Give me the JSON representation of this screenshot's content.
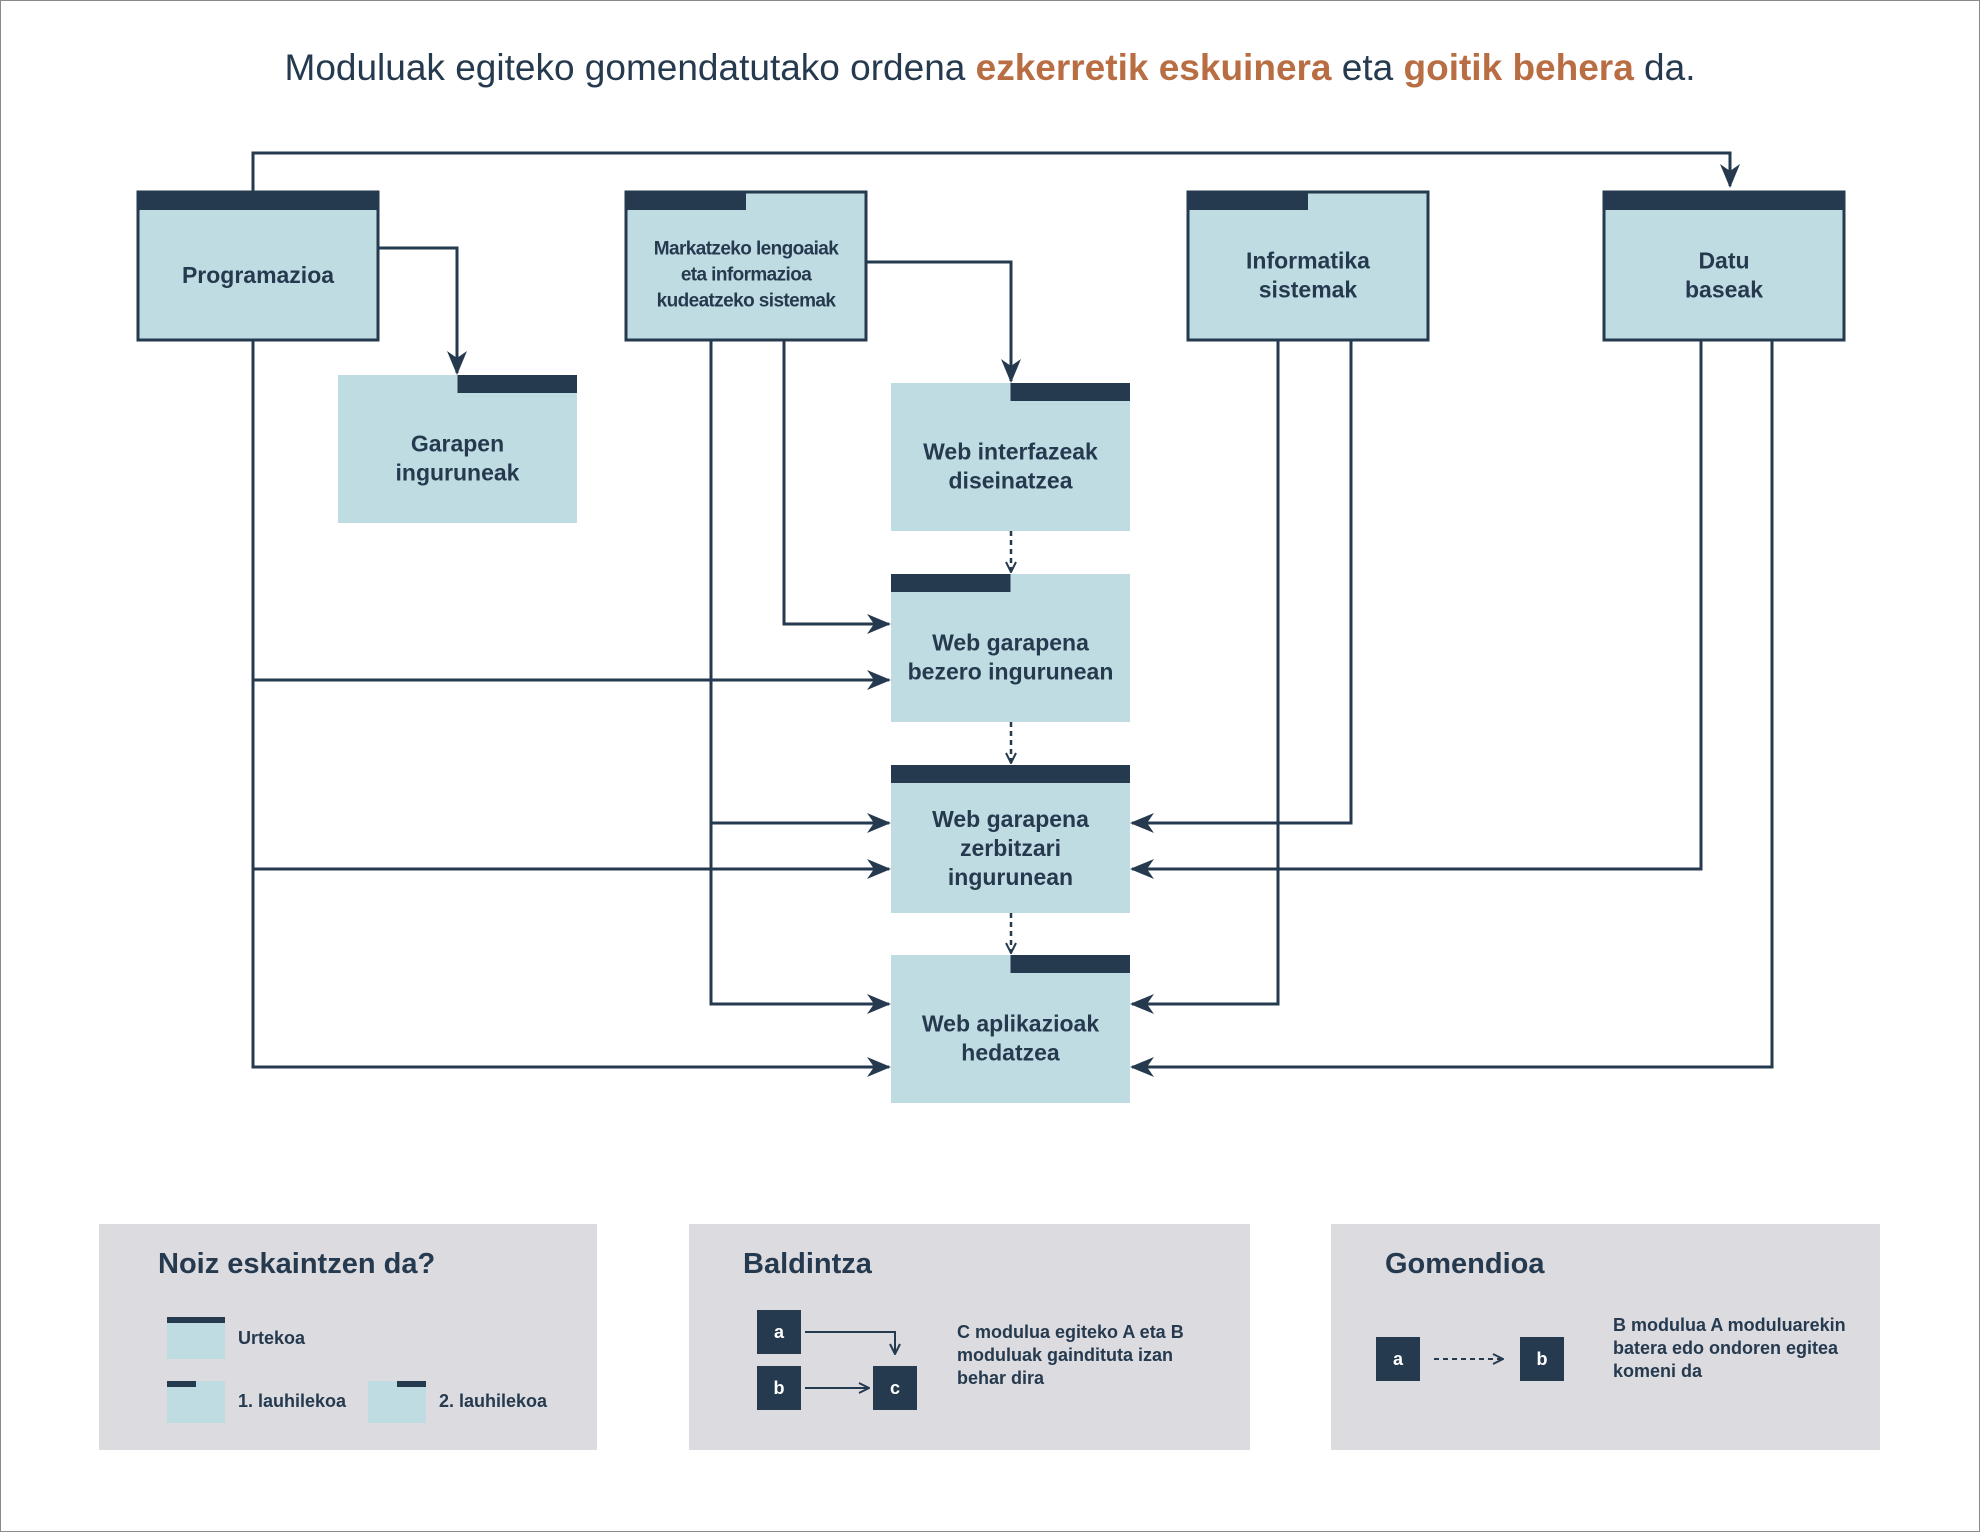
{
  "title": {
    "part1": "Moduluak egiteko gomendatutako ordena ",
    "highlight1": "ezkerretik eskuinera",
    "part2": " eta ",
    "highlight2": "goitik behera",
    "part3": " da."
  },
  "colors": {
    "dark": "#263a4f",
    "box": "#c0dce3",
    "accent": "#b96d42",
    "legend_bg": "#dcdbe0"
  },
  "modules": [
    {
      "id": "programazioa",
      "lines": [
        "Programazioa"
      ],
      "offering": "annual"
    },
    {
      "id": "markatzeko",
      "lines": [
        "Markatzeko lengoaiak",
        "eta informazioa",
        "kudeatzeko sistemak"
      ],
      "offering": "first-term"
    },
    {
      "id": "informatika",
      "lines": [
        "Informatika",
        "sistemak"
      ],
      "offering": "first-term"
    },
    {
      "id": "datu-baseak",
      "lines": [
        "Datu",
        "baseak"
      ],
      "offering": "annual"
    },
    {
      "id": "garapen",
      "lines": [
        "Garapen",
        "inguruneak"
      ],
      "offering": "second-term"
    },
    {
      "id": "web-interfazeak",
      "lines": [
        "Web interfazeak",
        "diseinatzea"
      ],
      "offering": "second-term"
    },
    {
      "id": "web-bezero",
      "lines": [
        "Web garapena",
        "bezero ingurunean"
      ],
      "offering": "first-term"
    },
    {
      "id": "web-zerbitzari",
      "lines": [
        "Web garapena",
        "zerbitzari",
        "ingurunean"
      ],
      "offering": "annual"
    },
    {
      "id": "web-aplikazioak",
      "lines": [
        "Web aplikazioak",
        "hedatzea"
      ],
      "offering": "second-term"
    }
  ],
  "requirements": [
    {
      "from": "programazioa",
      "to": "datu-baseak"
    },
    {
      "from": "programazioa",
      "to": "garapen"
    },
    {
      "from": "markatzeko",
      "to": "web-interfazeak"
    },
    {
      "from": "markatzeko",
      "to": "web-bezero"
    },
    {
      "from": "programazioa",
      "to": "web-bezero"
    },
    {
      "from": "markatzeko",
      "to": "web-zerbitzari"
    },
    {
      "from": "programazioa",
      "to": "web-zerbitzari"
    },
    {
      "from": "informatika",
      "to": "web-zerbitzari"
    },
    {
      "from": "datu-baseak",
      "to": "web-zerbitzari"
    },
    {
      "from": "markatzeko",
      "to": "web-aplikazioak"
    },
    {
      "from": "informatika",
      "to": "web-aplikazioak"
    },
    {
      "from": "programazioa",
      "to": "web-aplikazioak"
    },
    {
      "from": "datu-baseak",
      "to": "web-aplikazioak"
    }
  ],
  "recommendations": [
    {
      "from": "web-interfazeak",
      "to": "web-bezero"
    },
    {
      "from": "web-bezero",
      "to": "web-zerbitzari"
    },
    {
      "from": "web-zerbitzari",
      "to": "web-aplikazioak"
    }
  ],
  "legend": {
    "when": {
      "title": "Noiz eskaintzen da?",
      "annual": "Urtekoa",
      "first_term": "1. lauhilekoa",
      "second_term": "2. lauhilekoa"
    },
    "condition": {
      "title": "Baldintza",
      "a": "a",
      "b": "b",
      "c": "c",
      "text": "C modulua egiteko A eta B moduluak gaindituta izan behar dira"
    },
    "recommendation": {
      "title": "Gomendioa",
      "a": "a",
      "b": "b",
      "text": "B modulua A moduluarekin batera edo ondoren egitea komeni da"
    }
  }
}
